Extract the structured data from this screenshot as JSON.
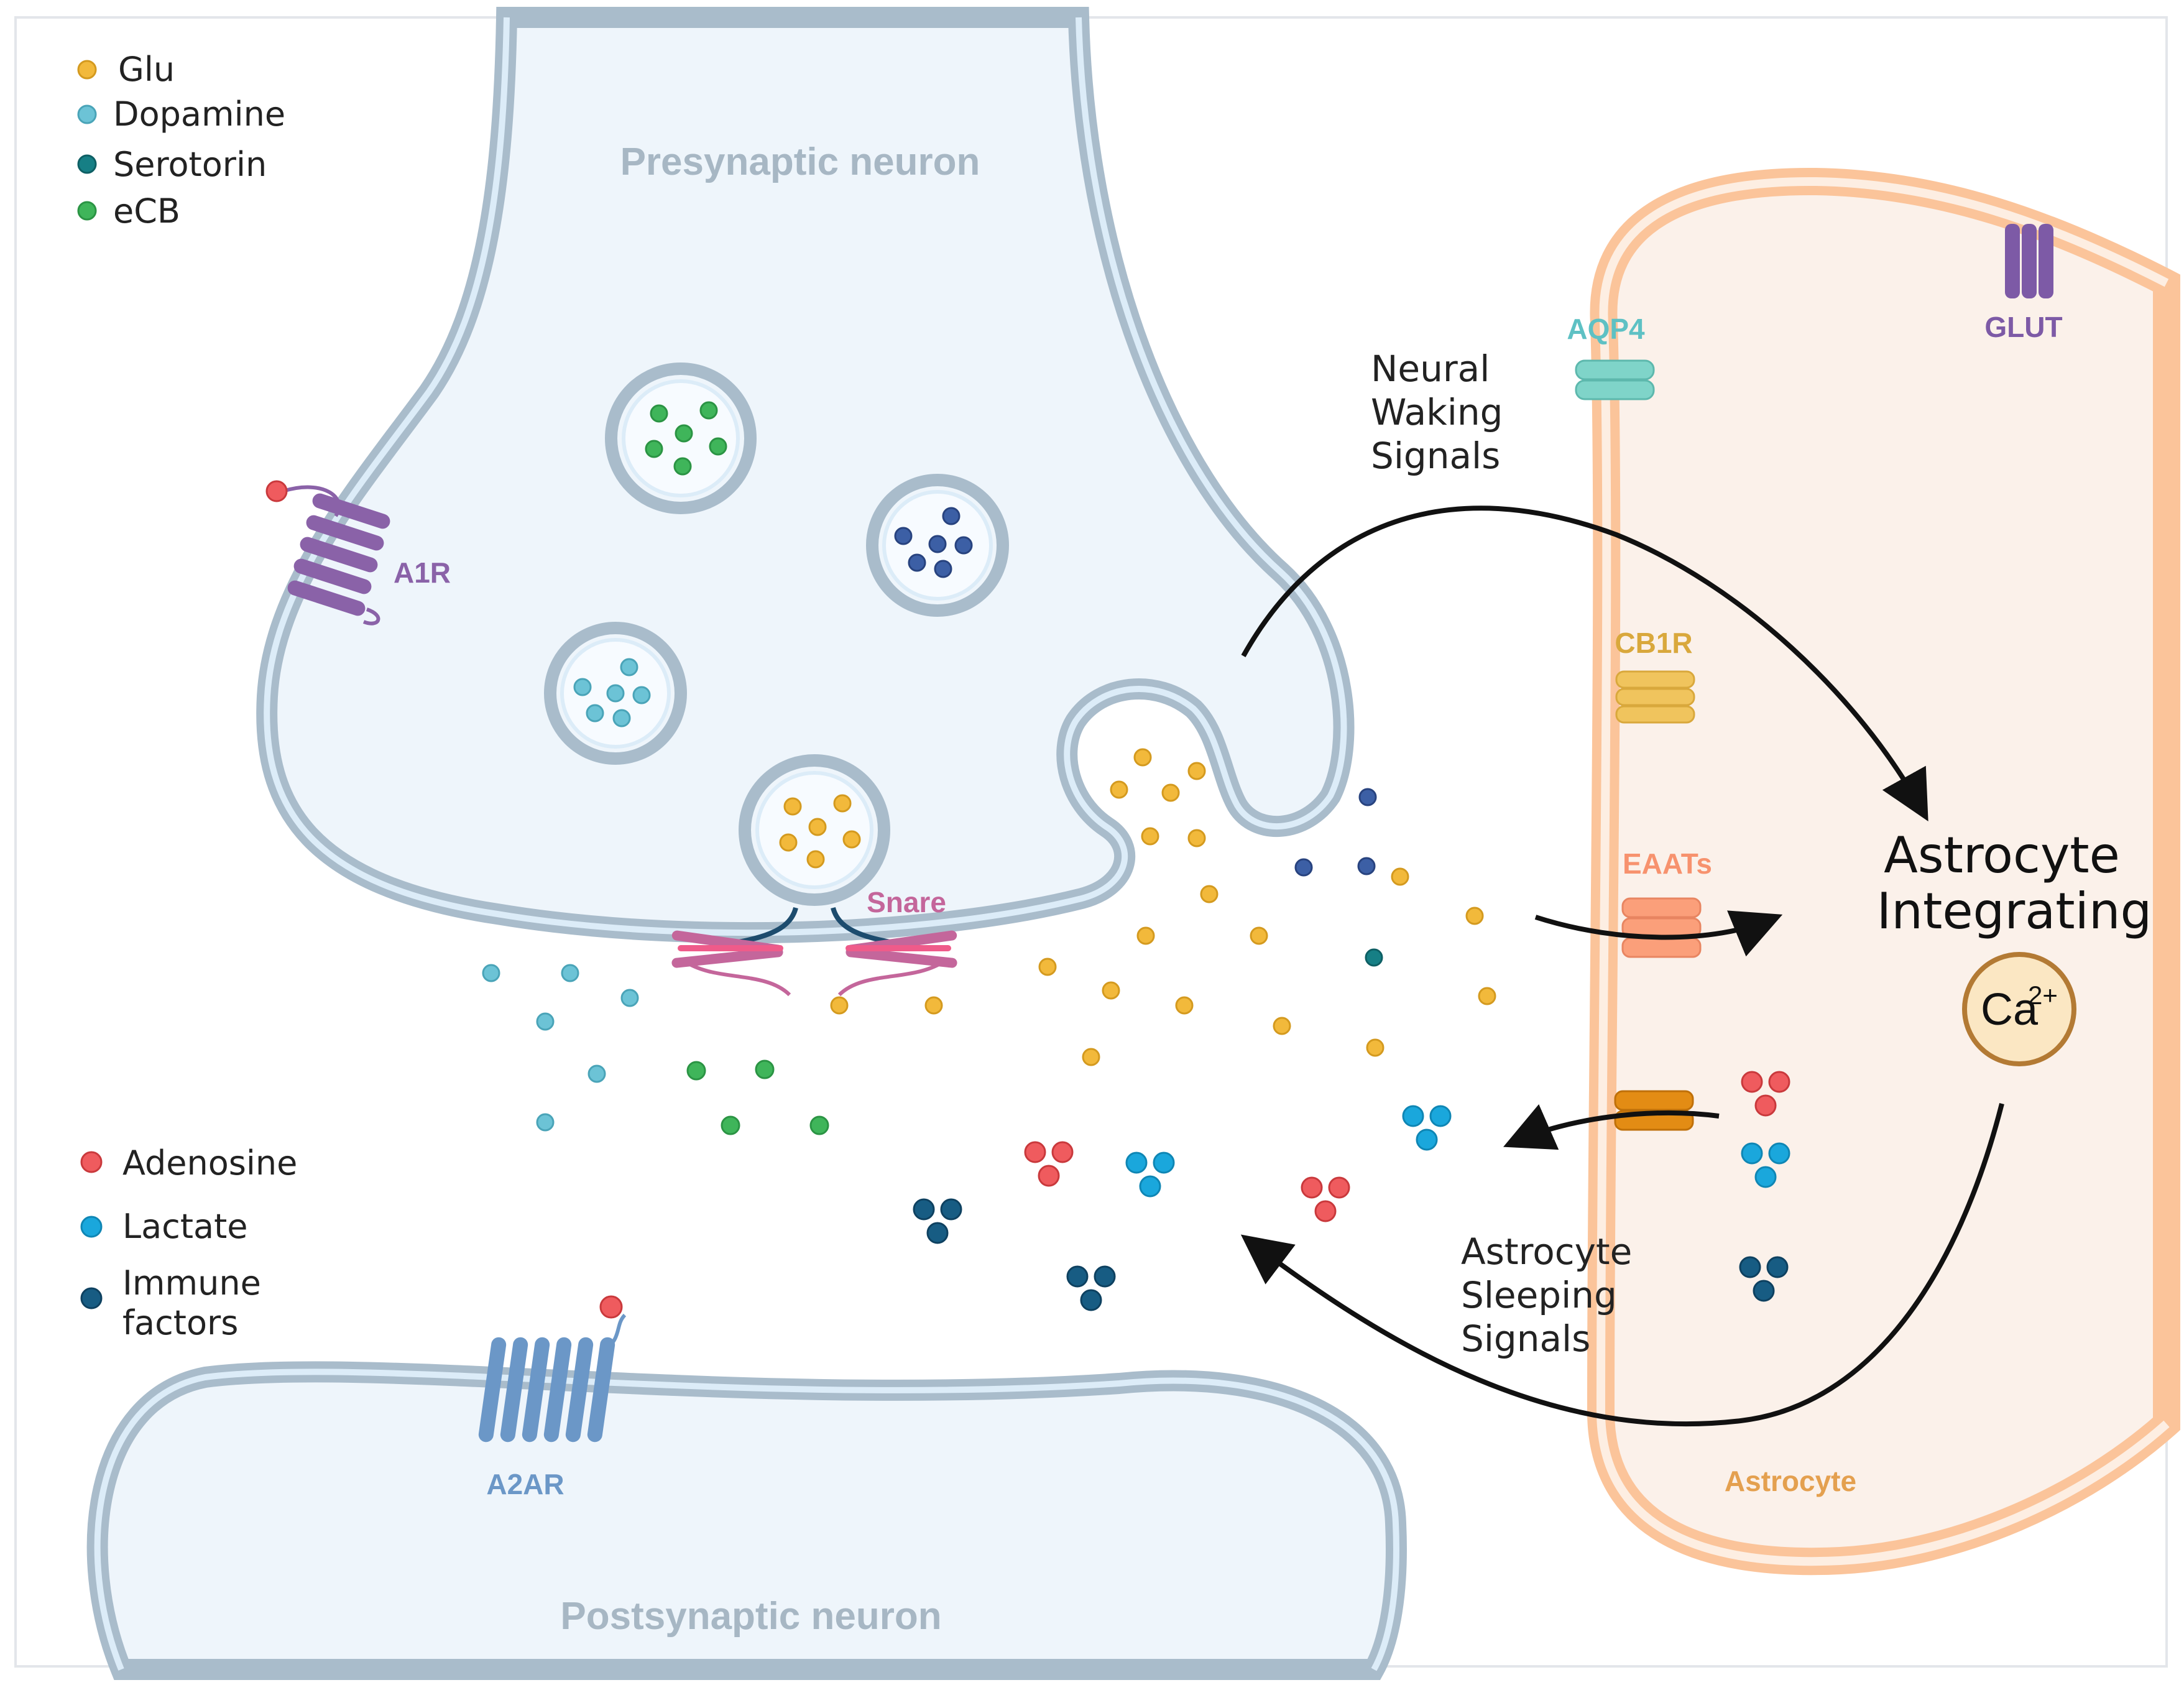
{
  "legend_top": [
    {
      "label": "Glu",
      "color": "#f2b93b"
    },
    {
      "label": "Dopamine",
      "color": "#6cc3d6"
    },
    {
      "label": "Serotorin",
      "color": "#167f85"
    },
    {
      "label": "eCB",
      "color": "#3fb55a"
    }
  ],
  "legend_bottom": [
    {
      "label": "Adenosine",
      "color": "#ef5b5e"
    },
    {
      "label": "Lactate",
      "color": "#1aa7dc"
    },
    {
      "label": "Immune",
      "label2": "factors",
      "color": "#175c83"
    }
  ],
  "regions": {
    "presynaptic": "Presynaptic neuron",
    "postsynaptic": "Postsynaptic neuron",
    "astrocyte": "Astrocyte"
  },
  "structures": {
    "a1r": "A1R",
    "a2ar": "A2AR",
    "snare": "Snare",
    "aqp4": "AQP4",
    "glut": "GLUT",
    "cb1r": "CB1R",
    "eaats": "EAATs"
  },
  "signals": {
    "waking_1": "Neural",
    "waking_2": "Waking",
    "waking_3": "Signals",
    "sleeping_1": "Astrocyte",
    "sleeping_2": "Sleeping",
    "sleeping_3": "Signals",
    "integrating_1": "Astrocyte",
    "integrating_2": "Integrating",
    "calcium": "Ca",
    "calcium_charge": "2+"
  },
  "colors": {
    "neuron_fill": "#eef5fb",
    "neuron_outline": "#a9bccb",
    "astrocyte_fill": "#fbf1ea",
    "astrocyte_outline": "#fbc49a",
    "receptor_purple": "#8a62a8",
    "a2ar_blue": "#6b97c7",
    "aqp4": "#7fd4c9",
    "glut": "#7d5aa6",
    "cb1r": "#f0c45d",
    "eaats": "#fb9f7a",
    "transporter_dark": "#e38c14",
    "snare": "#c4669b",
    "calcium_fill": "#fbe7c3",
    "calcium_ring": "#b37a34"
  }
}
